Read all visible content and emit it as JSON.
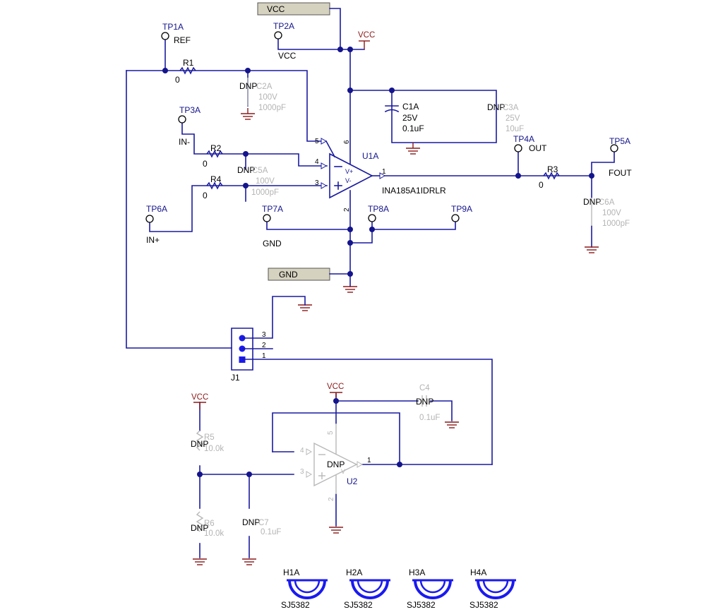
{
  "ports": {
    "vcc": "VCC",
    "gnd": "GND"
  },
  "power": {
    "vcc_a": "VCC",
    "vcc_b": "VCC",
    "vcc_c": "VCC"
  },
  "testpoints": {
    "tp1": {
      "ref": "TP1A",
      "net": "REF"
    },
    "tp2": {
      "ref": "TP2A",
      "net": "VCC"
    },
    "tp3": {
      "ref": "TP3A",
      "net": "IN-"
    },
    "tp4": {
      "ref": "TP4A",
      "net": "OUT"
    },
    "tp5": {
      "ref": "TP5A",
      "net": "FOUT"
    },
    "tp6": {
      "ref": "TP6A",
      "net": "IN+"
    },
    "tp7": {
      "ref": "TP7A",
      "net": "GND"
    },
    "tp8": {
      "ref": "TP8A"
    },
    "tp9": {
      "ref": "TP9A"
    }
  },
  "resistors": {
    "r1": {
      "ref": "R1",
      "value": "0"
    },
    "r2": {
      "ref": "R2",
      "value": "0"
    },
    "r3": {
      "ref": "R3",
      "value": "0"
    },
    "r4": {
      "ref": "R4",
      "value": "0"
    },
    "r5": {
      "ref": "R5",
      "dnp": "DNP",
      "value": "10.0k"
    },
    "r6": {
      "ref": "R6",
      "dnp": "DNP",
      "value": "10.0k"
    }
  },
  "capacitors": {
    "c1": {
      "ref": "C1A",
      "voltage": "25V",
      "value": "0.1uF"
    },
    "c2": {
      "dnp": "DNP",
      "ref": "C2A",
      "voltage": "100V",
      "value": "1000pF"
    },
    "c3": {
      "dnp": "DNP",
      "ref": "C3A",
      "voltage": "25V",
      "value": "10uF"
    },
    "c4": {
      "ref": "C4",
      "dnp": "DNP",
      "value": "0.1uF"
    },
    "c5": {
      "dnp": "DNP",
      "ref": "C5A",
      "voltage": "100V",
      "value": "1000pF"
    },
    "c6": {
      "dnp": "DNP",
      "ref": "C6A",
      "voltage": "100V",
      "value": "1000pF"
    },
    "c7": {
      "dnp": "DNP",
      "ref": "C7",
      "value": "0.1uF"
    }
  },
  "u1": {
    "ref": "U1A",
    "part": "INA185A1IDRLR",
    "pin_vplus": "V+",
    "pin_vminus": "V-",
    "pins": {
      "p1": "1",
      "p2": "2",
      "p3": "3",
      "p4": "4",
      "p5": "5",
      "p6": "6"
    }
  },
  "u2": {
    "ref": "U2",
    "dnp": "DNP",
    "pin_v": "V",
    "pins": {
      "p1": "1",
      "p2": "2",
      "p3": "3",
      "p4": "4",
      "p5": "5"
    }
  },
  "j1": {
    "ref": "J1",
    "pins": {
      "p1": "1",
      "p2": "2",
      "p3": "3"
    }
  },
  "holes": [
    {
      "ref": "H1A",
      "part": "SJ5382"
    },
    {
      "ref": "H2A",
      "part": "SJ5382"
    },
    {
      "ref": "H3A",
      "part": "SJ5382"
    },
    {
      "ref": "H4A",
      "part": "SJ5382"
    }
  ]
}
